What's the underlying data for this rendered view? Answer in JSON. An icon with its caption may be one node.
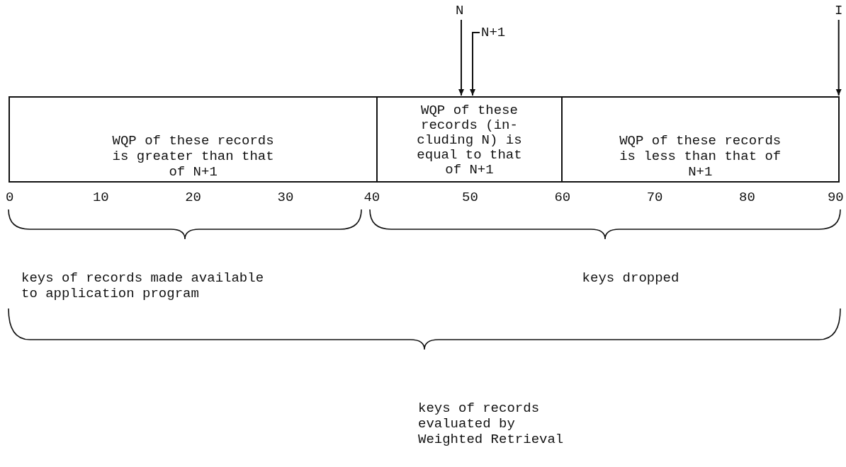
{
  "diagram": {
    "nodes": [
      {
        "text": [
          "WQP of these records is greater than that of N+1"
        ]
      },
      {
        "text": [
          "WQP of these records (in- cluding N) is equal to that of N+1"
        ]
      },
      {
        "text": [
          "WQP of these records is less than that of N+1"
        ]
      },
      {
        "text": [
          "N"
        ]
      },
      {
        "text": [
          "N+1"
        ]
      },
      {
        "text": [
          "I"
        ]
      }
    ],
    "edges": [
      {
        "from": 3,
        "to": 1,
        "arrow": "to"
      },
      {
        "from": 4,
        "to": 1,
        "arrow": "to"
      },
      {
        "from": 5,
        "to": 2,
        "arrow": "to"
      }
    ],
    "labels": [
      "0",
      "10",
      "20",
      "30",
      "40",
      "50",
      "60",
      "70",
      "80",
      "90",
      "keys of records made available to application program",
      "keys dropped",
      "keys of records evaluated by Weighted Retrieval"
    ]
  }
}
